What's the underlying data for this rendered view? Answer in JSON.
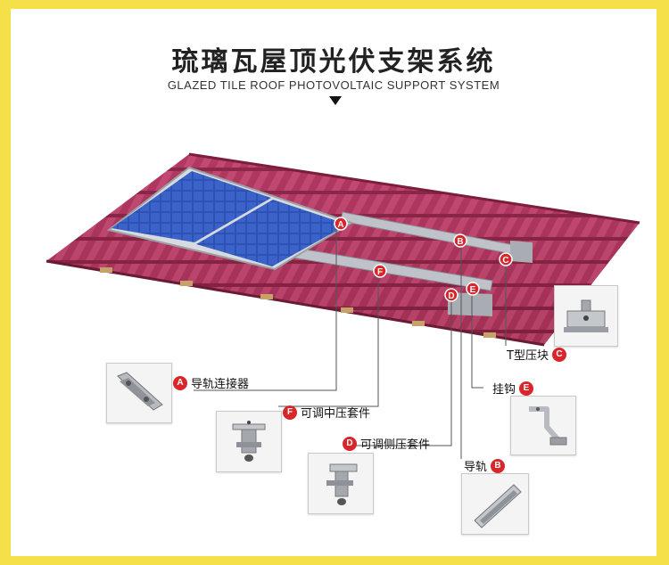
{
  "header": {
    "title": "琉璃瓦屋顶光伏支架系统",
    "subtitle": "GLAZED TILE ROOF PHOTOVOLTAIC SUPPORT SYSTEM"
  },
  "markers": [
    "A",
    "B",
    "C",
    "D",
    "E",
    "F"
  ],
  "components": {
    "a": {
      "letter": "A",
      "label": "导轨连接器"
    },
    "f": {
      "letter": "F",
      "label": "可调中压套件"
    },
    "d": {
      "letter": "D",
      "label": "可调侧压套件"
    },
    "c": {
      "letter": "C",
      "label": "T型压块"
    },
    "e": {
      "letter": "E",
      "label": "挂钩"
    },
    "b": {
      "letter": "B",
      "label": "导轨"
    }
  },
  "colors": {
    "border": "#f6e04a",
    "roof_tile": "#b23a5c",
    "roof_tile_dark": "#8a2444",
    "solar_panel": "#2f55b8",
    "rail": "#b8bcc2",
    "badge": "#d8262b"
  }
}
